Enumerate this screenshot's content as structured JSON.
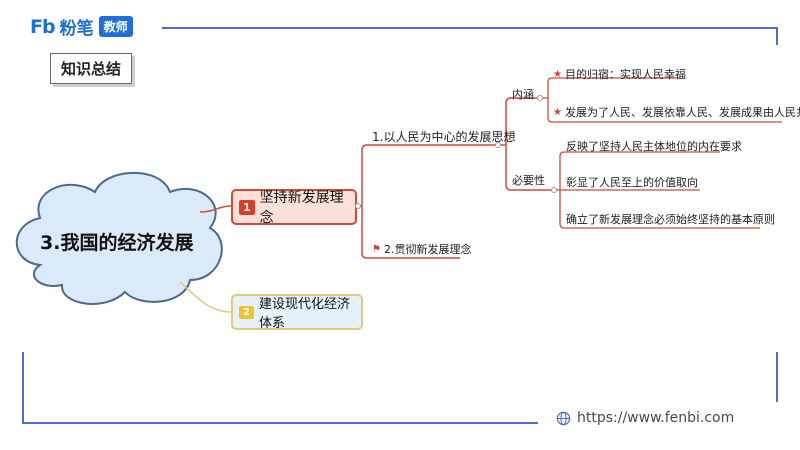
{
  "brand": {
    "logo_mark": "Fb",
    "name": "粉笔",
    "badge": "教师"
  },
  "summary_label": "知识总结",
  "website": "https://www.fenbi.com",
  "mindmap": {
    "central": "3.我国的经济发展",
    "main_branches": [
      {
        "number": "1",
        "label": "坚持新发展理念"
      },
      {
        "number": "2",
        "label": "建设现代化经济体系"
      }
    ],
    "sub_branches": [
      {
        "label": "1.以人民为中心的发展思想"
      },
      {
        "label": "2.贯彻新发展理念"
      }
    ],
    "neihan": {
      "label": "内涵",
      "items": [
        "目的归宿：实现人民幸福",
        "发展为了人民、发展依靠人民、发展成果由人民共享"
      ]
    },
    "biyaoxing": {
      "label": "必要性",
      "items": [
        "反映了坚持人民主体地位的内在要求",
        "彰显了人民至上的价值取向",
        "确立了新发展理念必须始终坚持的基本原则"
      ]
    }
  },
  "colors": {
    "accent_blue": "#1e6fd9",
    "frame_blue": "#4a6fd0",
    "branch_red": "#d04a36",
    "highlight_yellow": "#f2c12e"
  }
}
